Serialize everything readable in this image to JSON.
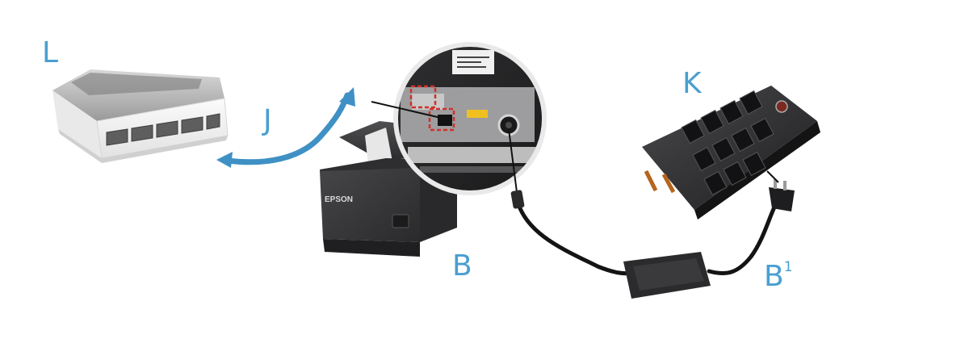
{
  "labels": {
    "switch": "L",
    "ethernet_cable": "J",
    "power_strip": "K",
    "printer": "B",
    "adapter": "B",
    "adapter_superscript": "1"
  },
  "printer_brand": "EPSON",
  "colors": {
    "callout_text": "#4a9fd0",
    "cable_blue": "#3f90c4",
    "highlight_box": "#d0302a",
    "printer_body": "#3a3a3c",
    "switch_body": "#f2f2f2"
  }
}
